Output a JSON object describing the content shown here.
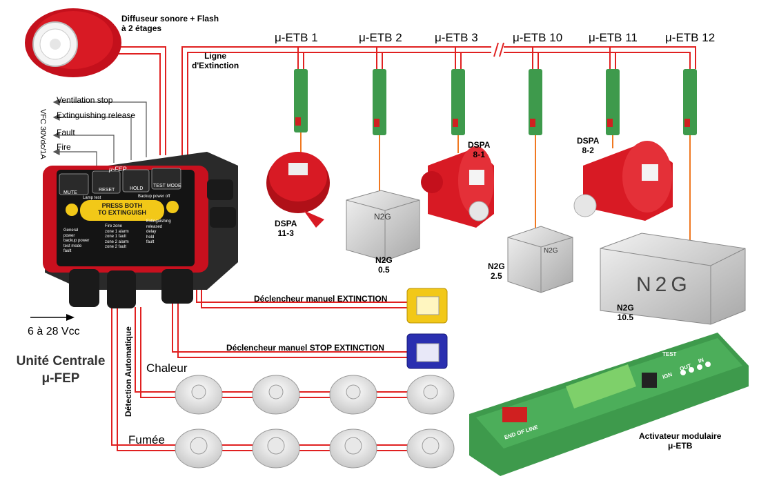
{
  "labels": {
    "sounder": [
      "Diffuseur sonore + Flash",
      "à 2 étages"
    ],
    "extinction_line": [
      "Ligne",
      "d'Extinction"
    ],
    "relay_spec": "VFC 30Vdc/1A",
    "outputs": [
      "Ventilation stop",
      "Extinguishing release",
      "Fault",
      "Fire"
    ],
    "supply": "6 à 28 Vcc",
    "central_unit": [
      "Unité Centrale",
      "μ-FEP"
    ],
    "auto_detection": "Détection Automatique",
    "heat": "Chaleur",
    "smoke": "Fumée",
    "manual_extinction": "Déclencheur manuel EXTINCTION",
    "manual_stop": "Déclencheur manuel STOP EXTINCTION",
    "activator": [
      "Activateur modulaire",
      "μ-ETB"
    ]
  },
  "etb_modules": [
    {
      "label": "μ-ETB 1"
    },
    {
      "label": "μ-ETB 2"
    },
    {
      "label": "μ-ETB 3"
    },
    {
      "label": "μ-ETB 10"
    },
    {
      "label": "μ-ETB 11"
    },
    {
      "label": "μ-ETB 12"
    }
  ],
  "extinguishers": [
    {
      "name": "DSPA",
      "size": "11-3"
    },
    {
      "name": "N2G",
      "size": "0.5"
    },
    {
      "name": "DSPA",
      "size": "8-1"
    },
    {
      "name": "N2G",
      "size": "2.5"
    },
    {
      "name": "DSPA",
      "size": "8-2"
    },
    {
      "name": "N2G",
      "size": "10.5"
    }
  ],
  "device_text": {
    "panel_brand": "μ-FEP",
    "mute": "MUTE",
    "reset": "RESET",
    "hold": "HOLD",
    "test_mode": "TEST MODE",
    "lamp_test": "Lamp test",
    "backup_power_off": "Backup power off",
    "press": [
      "PRESS BOTH",
      "TO EXTINGUISH"
    ],
    "general_title": "General",
    "general_items": [
      "power",
      "backup power",
      "test mode",
      "fault"
    ],
    "fire_zone_title": "Fire zone",
    "fire_zone_items": [
      "zone 1 alarm",
      "zone 1 fault",
      "zone 2 alarm",
      "zone 2 fault"
    ],
    "ext_title": "Extinguishing",
    "ext_items": [
      "released",
      "delay",
      "hold",
      "fault"
    ],
    "n2g_badge": "N2G",
    "etb_test": "TEST",
    "etb_ign": "IGN",
    "etb_out": "OUT",
    "etb_in": "IN",
    "etb_eol": "END OF LINE"
  },
  "colors": {
    "wire": "#e02020",
    "cable_orange": "#f07820",
    "panel_red": "#c8101e",
    "module_green": "#3e9a4c",
    "callpoint_yellow": "#f2c818",
    "callpoint_blue": "#2a2fb0"
  }
}
